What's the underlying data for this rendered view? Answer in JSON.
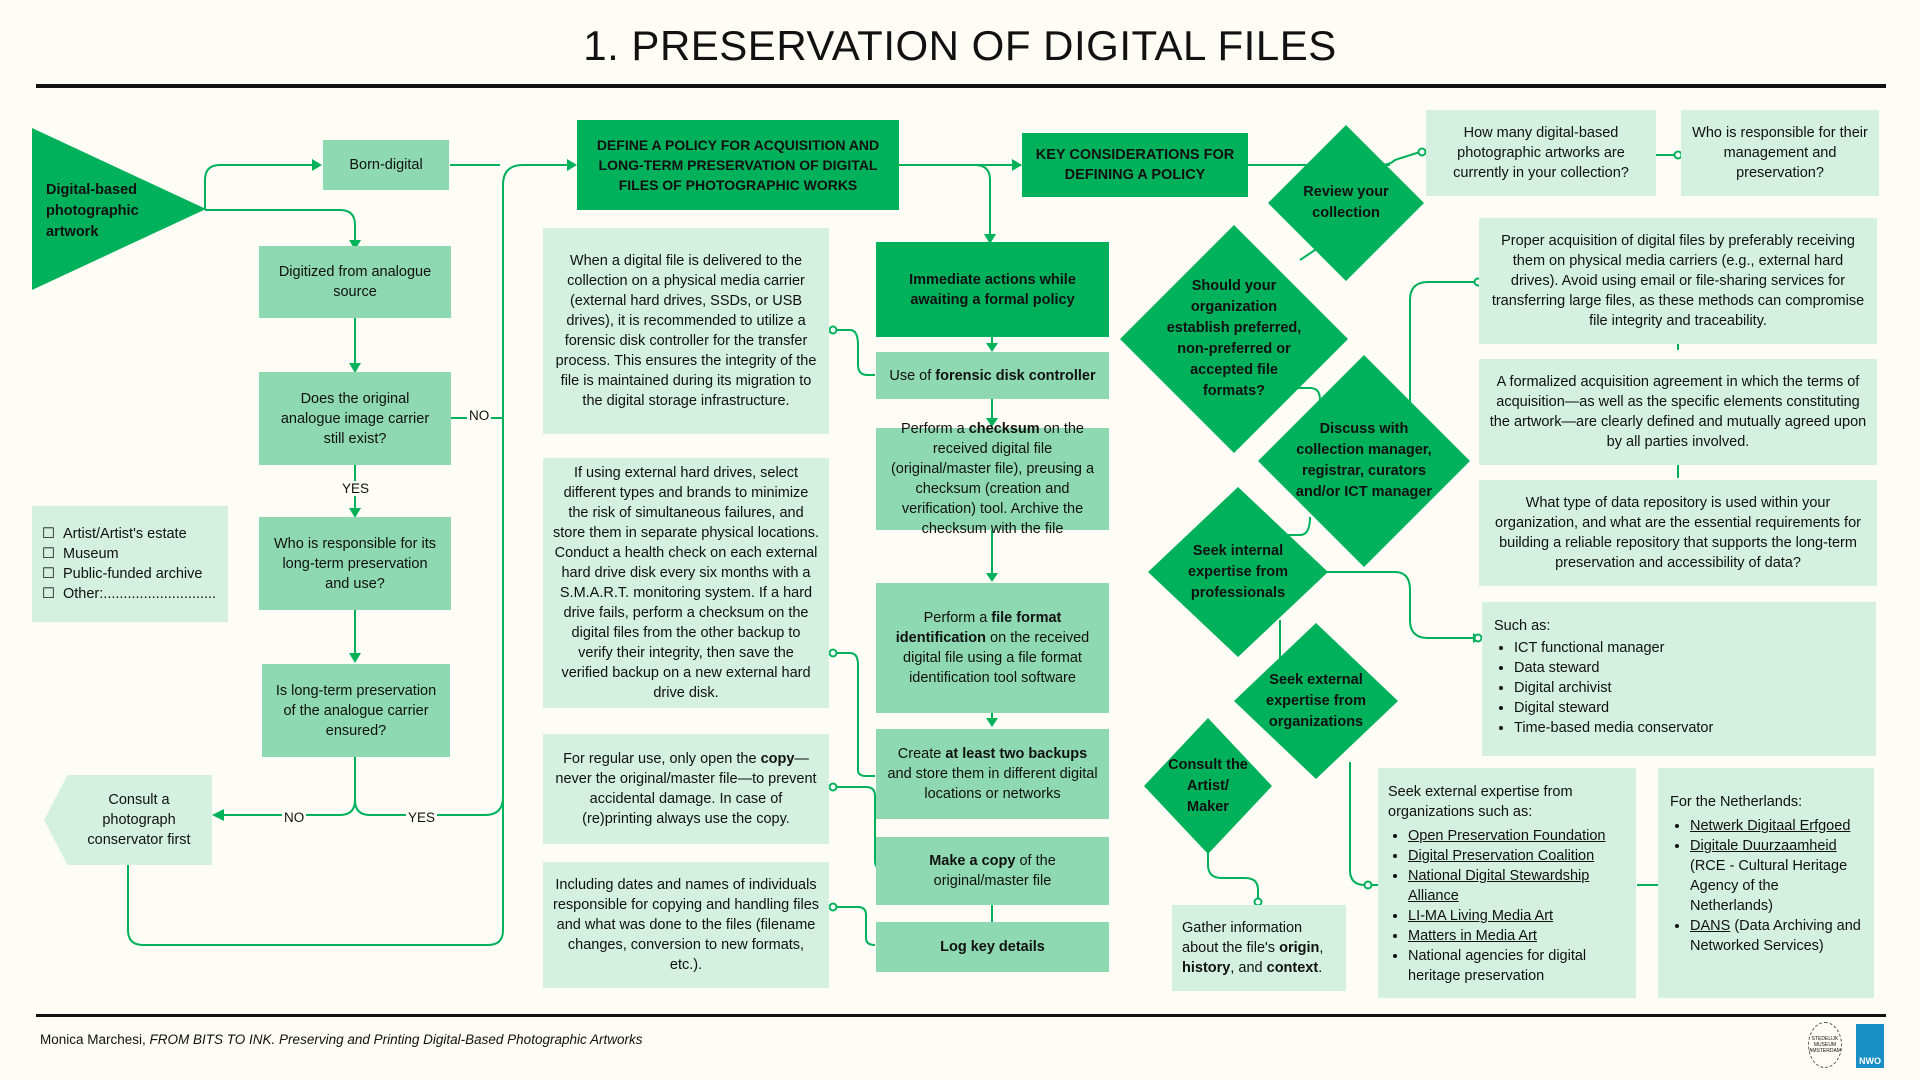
{
  "title": "1.  PRESERVATION OF DIGITAL FILES",
  "colors": {
    "dark": "#00b15c",
    "mid": "#8ed9b1",
    "light": "#d3f0e1",
    "background": "#fdfdf5"
  },
  "nodes": {
    "start": "Digital-based photographic artwork",
    "born_digital": "Born-digital",
    "digitized": "Digitized from analogue source",
    "carrier_exists": "Does the original analogue image carrier still exist?",
    "responsible": "Who is responsible for its long-term preservation and use?",
    "ensured": "Is long-term preservation of the analogue carrier ensured?",
    "consult_conservator": "Consult a photograph conservator first",
    "define_policy": "DEFINE A POLICY FOR ACQUISITION AND LONG-TERM PRESERVATION OF DIGITAL FILES OF PHOTOGRAPHIC WORKS",
    "key_considerations": "KEY CONSIDERATIONS FOR DEFINING A POLICY",
    "immediate_actions": "Immediate actions while awaiting a formal policy",
    "forensic": {
      "pre": "Use of ",
      "bold": "forensic disk controller",
      "post": ""
    },
    "checksum": {
      "pre": "Perform a ",
      "bold": "checksum",
      "post": " on the received digital file (original/master file), preusing a checksum (creation and verification) tool. Archive the checksum with the file"
    },
    "fileformat": {
      "pre": "Perform a ",
      "bold": "file format identification",
      "post": " on the received digital file using a file format identification tool software"
    },
    "backups": {
      "pre": "Create ",
      "bold": "at least two backups",
      "post": " and store them in different digital locations or networks"
    },
    "copy": {
      "pre": "",
      "bold": "Make a copy",
      "post": " of the original/master file"
    },
    "log": "Log key details"
  },
  "owner_options": [
    "Artist/Artist's estate",
    "Museum",
    "Public-funded archive",
    "Other:............................"
  ],
  "edge_labels": {
    "no": "NO",
    "yes": "YES"
  },
  "notes": {
    "forensic_note": "When a digital file is delivered to the collection on a physical media carrier (external hard drives, SSDs, or USB drives), it is recommended to utilize a forensic disk controller for the transfer process. This ensures the integrity of the file is maintained during its migration to the digital storage infrastructure.",
    "drives_note": "If using external hard drives, select different types and brands to minimize the risk of simultaneous failures, and store them in separate physical locations. Conduct a health check on each external hard drive disk every six months with a S.M.A.R.T. monitoring system. If a hard drive fails, perform a checksum on the digital files from the other backup to verify their integrity, then save the verified backup on a new external hard drive disk.",
    "copy_note": {
      "pre": "For regular use, only open the ",
      "bold": "copy",
      "post": "—never the original/master file—to prevent accidental damage. In case of (re)printing always use the copy."
    },
    "log_note": "Including dates and names of individuals responsible for copying and handling files and what was done to the files (filename changes, conversion to new formats, etc.)."
  },
  "diamonds": {
    "review": "Review your collection",
    "formats": "Should your organization establish preferred, non-preferred or accepted file formats?",
    "discuss": "Discuss with collection manager, registrar, curators and/or ICT manager",
    "internal": "Seek internal expertise from professionals",
    "external": "Seek external expertise from organizations",
    "artist": "Consult the Artist/ Maker"
  },
  "questions": {
    "how_many": "How many digital-based photographic artworks are currently in your collection?",
    "who_responsible": "Who is responsible for their management and preservation?"
  },
  "right_notes": {
    "acquisition": "Proper acquisition of digital files by preferably receiving them on physical media carriers (e.g., external hard drives). Avoid using email or file-sharing services for transferring large files, as these methods can compromise file integrity and traceability.",
    "agreement": "A formalized acquisition agreement in which the terms of acquisition—as well as the specific elements constituting the artwork—are clearly defined and mutually agreed upon by all parties involved.",
    "repository": "What type of data repository is used within your organization, and what are the essential requirements for building a reliable repository that supports the long-term preservation and accessibility of data?",
    "such_as": "Such as:",
    "roles": [
      "ICT functional manager",
      "Data steward",
      "Digital archivist",
      "Digital steward",
      "Time-based media conservator"
    ]
  },
  "gather": {
    "pre": "Gather information about the file's ",
    "b1": "origin",
    "m1": ", ",
    "b2": "history",
    "m2": ", and ",
    "b3": "context",
    "post": "."
  },
  "external_orgs": {
    "intro": "Seek external expertise from organizations such as:",
    "items": [
      "Open Preservation Foundation",
      "Digital Preservation Coalition",
      "National Digital Stewardship Alliance",
      "LI-MA Living Media Art",
      "Matters in Media Art"
    ],
    "plain": "National agencies for digital heritage preservation"
  },
  "netherlands": {
    "intro": "For the Netherlands:",
    "i1": "Netwerk Digitaal Erfgoed",
    "i2": "Digitale Duurzaamheid",
    "i2_note": "(RCE - Cultural Heritage Agency of the Netherlands)",
    "i3": "DANS",
    "i3_note": " (Data Archiving and Networked Services)"
  },
  "footer": {
    "author": "Monica Marchesi, ",
    "book": "FROM BITS TO INK. Preserving and Printing Digital-Based Photographic Artworks",
    "logo1": "STEDELIJK MUSEUM AMSTERDAM",
    "logo2": "NWO"
  }
}
